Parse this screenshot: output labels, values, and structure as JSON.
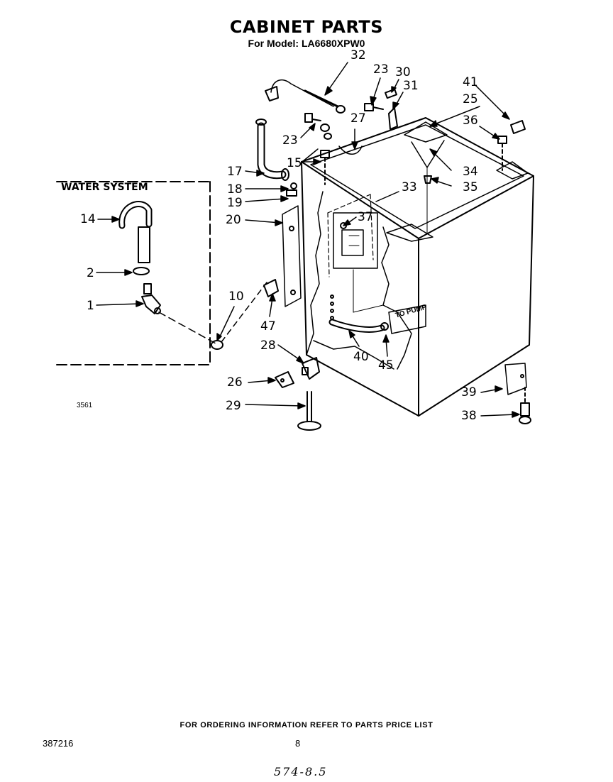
{
  "header": {
    "title": "CABINET PARTS",
    "model_line": "For Model: LA6680XPW0"
  },
  "water_system_box": {
    "title": "WATER SYSTEM",
    "callouts": [
      "14",
      "2",
      "1"
    ]
  },
  "callouts": {
    "c32": "32",
    "c23a": "23",
    "c30": "30",
    "c31": "31",
    "c41": "41",
    "c25": "25",
    "c27": "27",
    "c36": "36",
    "c23b": "23",
    "c15": "15",
    "c34": "34",
    "c17": "17",
    "c35": "35",
    "c18": "18",
    "c33": "33",
    "c19": "19",
    "c37": "37",
    "c20": "20",
    "c10": "10",
    "c47": "47",
    "c28": "28",
    "c40": "40",
    "c45": "45",
    "c26": "26",
    "c39": "39",
    "c29": "29",
    "c38": "38"
  },
  "diagram_texts": {
    "to_pump": "TO PUMP",
    "figure_number": "3561"
  },
  "footer": {
    "ordering_note": "FOR ORDERING INFORMATION REFER TO PARTS PRICE LIST",
    "document_number": "387216",
    "page_number": "8",
    "handwritten_note": "574-8.5"
  }
}
